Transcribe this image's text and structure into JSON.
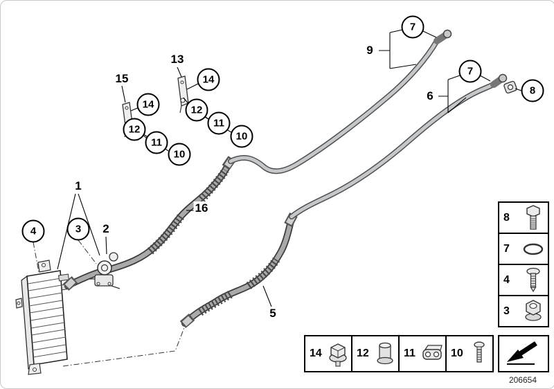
{
  "figure": {
    "number": "206654",
    "type": "parts-exploded-diagram",
    "subject": "transmission-oil-cooler-lines"
  },
  "callouts": [
    {
      "label": "7",
      "shape": "circle"
    },
    {
      "label": "9",
      "shape": "plain"
    },
    {
      "label": "7",
      "shape": "circle"
    },
    {
      "label": "6",
      "shape": "plain"
    },
    {
      "label": "8",
      "shape": "circle"
    },
    {
      "label": "13",
      "shape": "plain"
    },
    {
      "label": "14",
      "shape": "circle"
    },
    {
      "label": "12",
      "shape": "circle"
    },
    {
      "label": "11",
      "shape": "circle"
    },
    {
      "label": "10",
      "shape": "circle"
    },
    {
      "label": "15",
      "shape": "plain"
    },
    {
      "label": "14",
      "shape": "circle"
    },
    {
      "label": "12",
      "shape": "circle"
    },
    {
      "label": "11",
      "shape": "circle"
    },
    {
      "label": "10",
      "shape": "circle"
    },
    {
      "label": "1",
      "shape": "plain"
    },
    {
      "label": "2",
      "shape": "plain"
    },
    {
      "label": "3",
      "shape": "circle"
    },
    {
      "label": "4",
      "shape": "circle"
    },
    {
      "label": "16",
      "shape": "plain"
    },
    {
      "label": "5",
      "shape": "plain"
    }
  ],
  "legend": {
    "side_items": [
      {
        "label": "8",
        "icon": "hex-bolt-icon"
      },
      {
        "label": "7",
        "icon": "o-ring-icon"
      },
      {
        "label": "4",
        "icon": "screw-icon"
      },
      {
        "label": "3",
        "icon": "flange-nut-icon"
      }
    ],
    "bottom_items": [
      {
        "label": "14",
        "icon": "hex-flange-bolt-icon"
      },
      {
        "label": "12",
        "icon": "sleeve-icon"
      },
      {
        "label": "11",
        "icon": "pipe-clamp-icon"
      },
      {
        "label": "10",
        "icon": "pan-screw-icon"
      }
    ],
    "corner_symbol": "direction-arrow-icon"
  },
  "colors": {
    "line": "#000000",
    "pipe_metal": "#c4c8ca",
    "hose": "#a9a9a9",
    "background": "#ffffff"
  }
}
